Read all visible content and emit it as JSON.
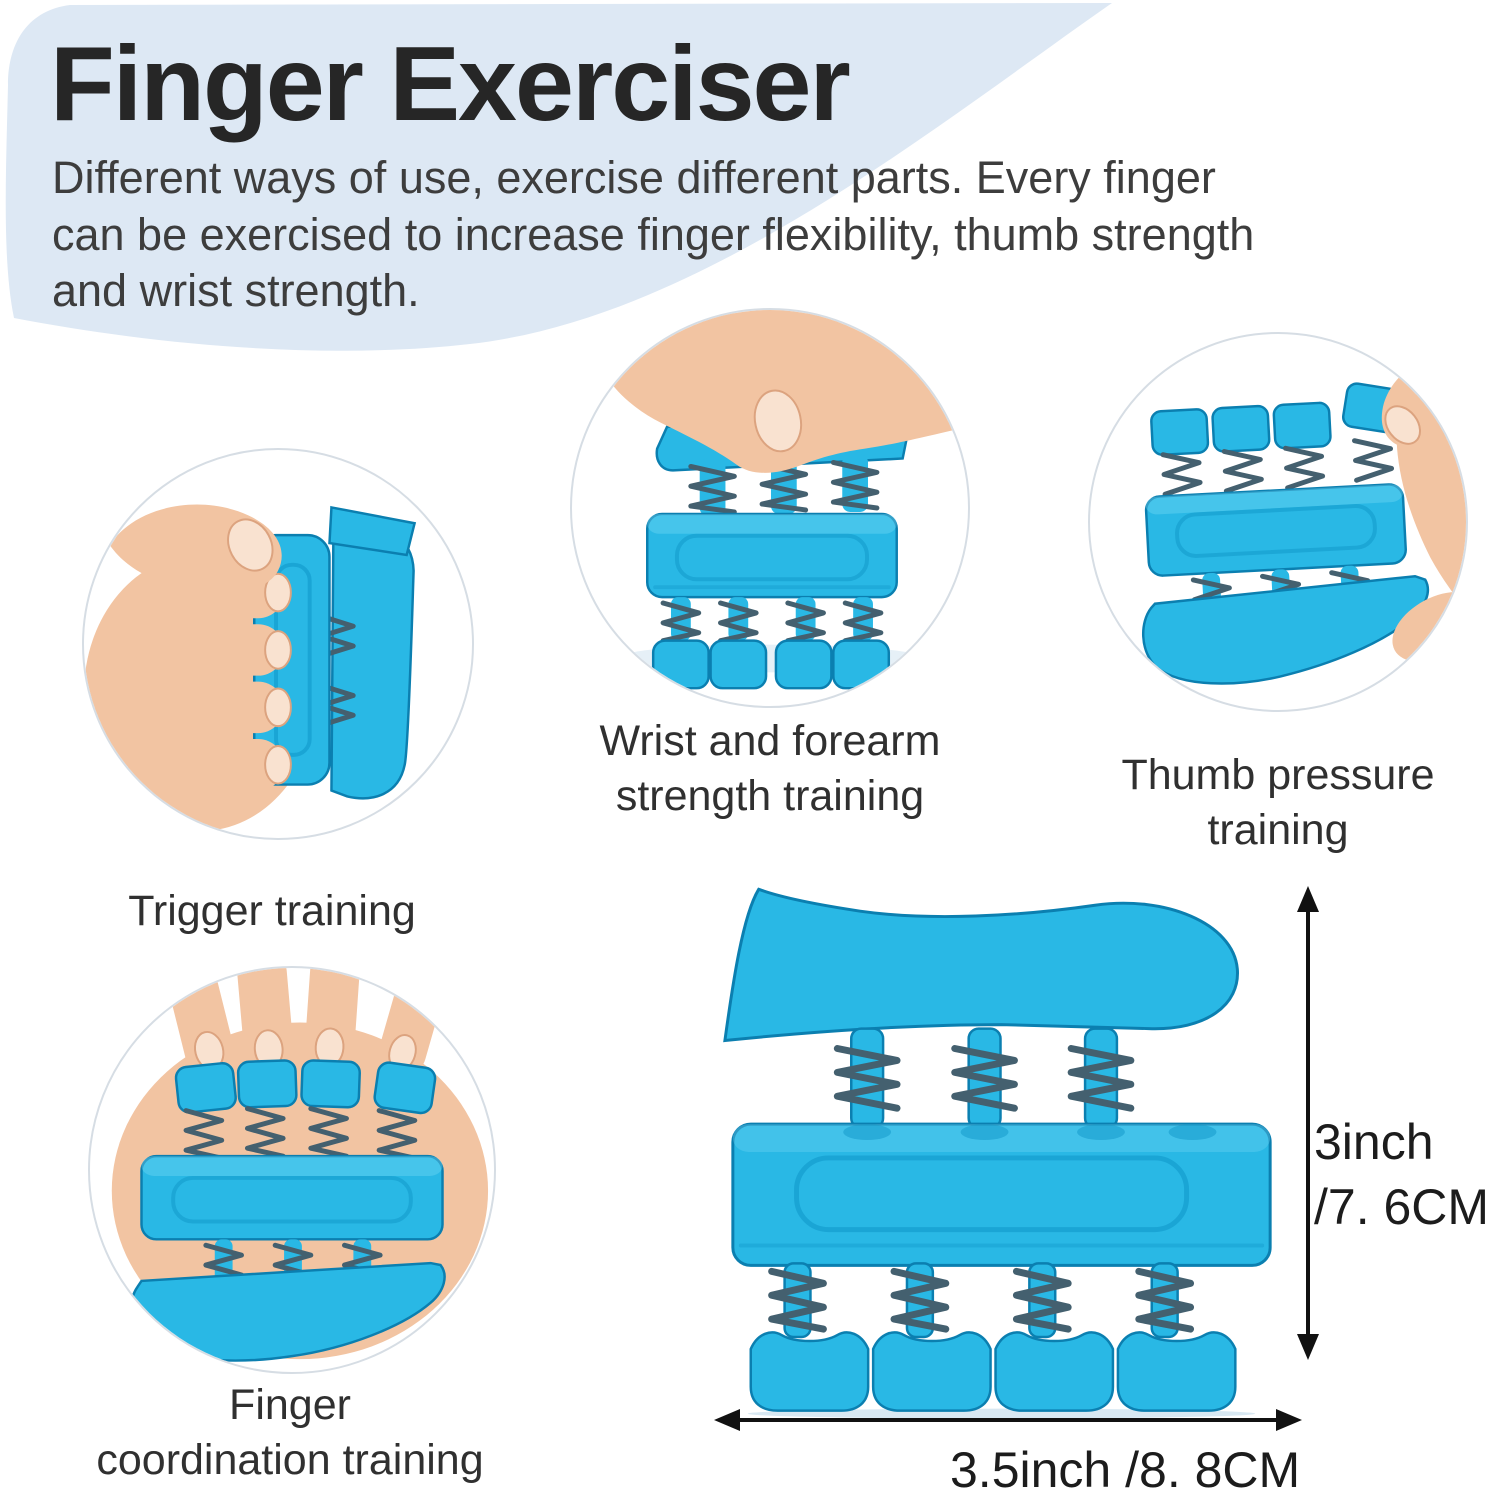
{
  "header": {
    "title": "Finger Exerciser",
    "description_lines": [
      "Different ways of use, exercise different parts. Every finger",
      "can be exercised to increase finger flexibility, thumb strength",
      "and wrist strength."
    ]
  },
  "uses": [
    {
      "illustration": "hand-squeezing-exerciser-photo",
      "lines": [
        "Trigger training"
      ]
    },
    {
      "illustration": "palm-pressing-exerciser-photo",
      "lines": [
        "Wrist and forearm",
        "strength training"
      ]
    },
    {
      "illustration": "thumb-pressing-exerciser-photo",
      "lines": [
        "Thumb pressure",
        "training"
      ]
    },
    {
      "illustration": "fingertips-in-exerciser-photo",
      "lines": [
        "Finger",
        "coordination training"
      ]
    }
  ],
  "product": {
    "illustration": "finger-exerciser-product-photo",
    "dimensions": {
      "height_lines": [
        "3inch",
        "/7. 6CM"
      ],
      "width_label": "3.5inch /8. 8CM"
    }
  },
  "icons": {
    "height_arrow": "double-headed-vertical-arrow",
    "width_arrow": "double-headed-horizontal-arrow"
  },
  "colors": {
    "page_bg": "#ffffff",
    "blob": "#dde8f4",
    "title_text": "#262626",
    "body_text": "#3d3d3d",
    "label_text": "#303030",
    "dimension_text": "#1c1c1c",
    "device_blue": "#29b8e5",
    "device_blue_dark": "#0f95c8",
    "device_blue_deep": "#0b7fb0",
    "device_blue_light": "#7fdcf6",
    "spring": "#44606f",
    "skin": "#f2c4a2",
    "skin_shade": "#dca37f",
    "nail": "#f9e2d0",
    "circle_ring": "#d6dde4",
    "arrow": "#111111"
  }
}
